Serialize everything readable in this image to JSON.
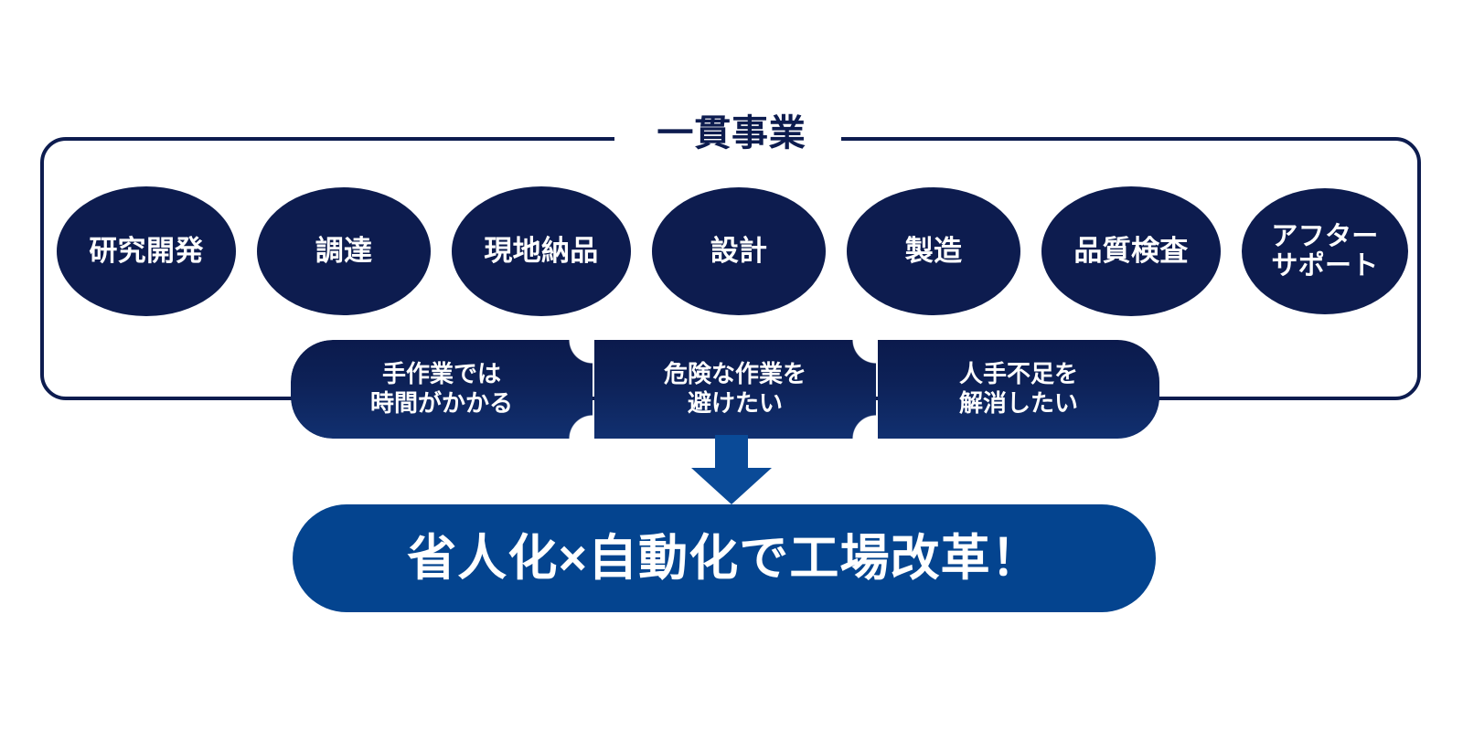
{
  "diagram": {
    "section": {
      "title": "一貫事業",
      "border_color": "#0d1c4f"
    },
    "process_steps": [
      {
        "label": "研究開発"
      },
      {
        "label": "調達"
      },
      {
        "label": "現地納品"
      },
      {
        "label": "設計"
      },
      {
        "label": "製造"
      },
      {
        "label": "品質検査"
      },
      {
        "label": "アフター\nサポート"
      }
    ],
    "pain_points": [
      {
        "label": "手作業では\n時間がかかる"
      },
      {
        "label": "危険な作業を\n避けたい"
      },
      {
        "label": "人手不足を\n解消したい"
      }
    ],
    "arrow": {
      "icon": "arrow-down-icon",
      "color": "#0a4a97"
    },
    "result_banner": {
      "text": "省人化×自動化で工場改革！",
      "background_color": "#04448f",
      "text_color": "#ffffff"
    },
    "colors": {
      "navy": "#0d1c4f",
      "blue": "#04448f",
      "gradient_top": "#0b1a4c",
      "gradient_bottom": "#113070",
      "page_background": "#ffffff"
    }
  }
}
